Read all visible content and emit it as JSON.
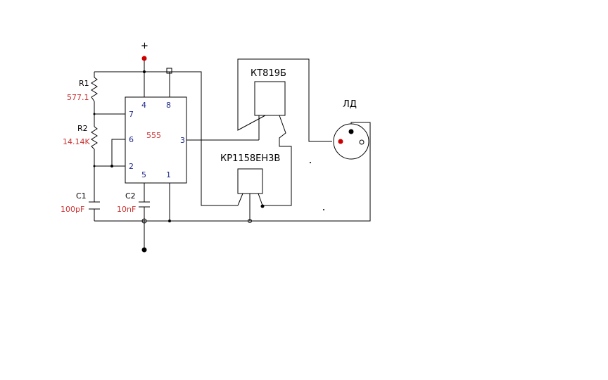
{
  "supply": {
    "plus_label": "+"
  },
  "ic": {
    "name": "555",
    "pins": {
      "p1": "1",
      "p2": "2",
      "p3": "3",
      "p4": "4",
      "p5": "5",
      "p6": "6",
      "p7": "7",
      "p8": "8"
    }
  },
  "components": {
    "r1": {
      "ref": "R1",
      "value": "577.1"
    },
    "r2": {
      "ref": "R2",
      "value": "14.14K"
    },
    "c1": {
      "ref": "C1",
      "value": "100pF"
    },
    "c2": {
      "ref": "C2",
      "value": "10nF"
    }
  },
  "transistor": {
    "label": "КТ819Б"
  },
  "regulator": {
    "label": "КР1158ЕН3В"
  },
  "laser_diode": {
    "label": "ЛД"
  },
  "colors": {
    "wire": "#000000",
    "value_text": "#cc3333",
    "pin_text": "#1f2a8a",
    "terminal_red": "#cc0000"
  }
}
